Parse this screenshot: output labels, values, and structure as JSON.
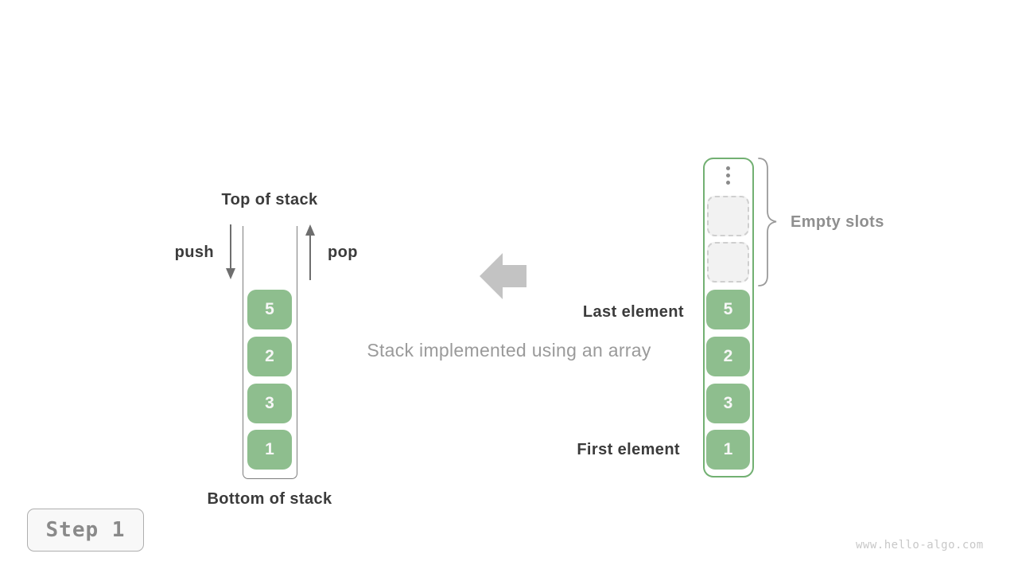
{
  "colors": {
    "element_green_fill": "#8ebe8e",
    "array_border_green": "#72b072",
    "dark_text": "#3b3b3b",
    "gray_text": "#9a9a9a",
    "empty_slot_fill": "#f2f2f2",
    "empty_slot_border": "#cfcfcf",
    "block_arrow_gray": "#c3c3c3",
    "watermark_gray": "#c8c8c8",
    "badge_text_gray": "#8a8a8a"
  },
  "left_stack": {
    "top_label": "Top of stack",
    "bottom_label": "Bottom of stack",
    "push_label": "push",
    "pop_label": "pop",
    "elements": [
      "5",
      "2",
      "3",
      "1"
    ]
  },
  "caption": "Stack implemented using an array",
  "right_array": {
    "elements": [
      "5",
      "2",
      "3",
      "1"
    ],
    "empty_slot_count": 2,
    "empty_slots_label": "Empty slots",
    "last_element_label": "Last element",
    "first_element_label": "First element"
  },
  "step_badge": {
    "label": "Step 1"
  },
  "watermark": "www.hello-algo.com"
}
